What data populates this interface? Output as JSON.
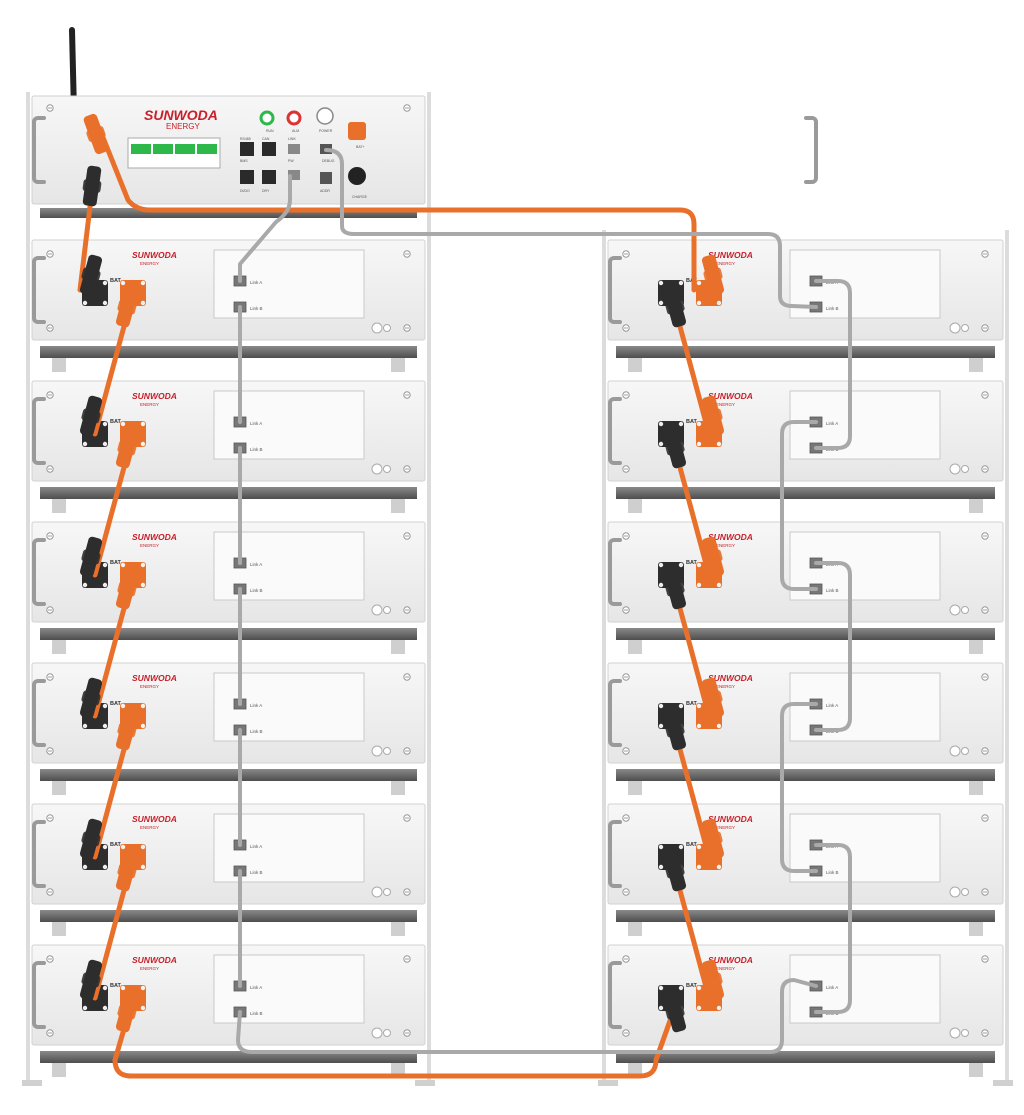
{
  "brand": {
    "name": "SUNWODA",
    "sub": "ENERGY"
  },
  "labels": {
    "bat_neg": "BAT-",
    "link_a": "Link A",
    "link_b": "Link B",
    "ctrl_ports": [
      "RS485",
      "CAN",
      "LINK",
      "RUN",
      "ALM",
      "POWER",
      "DI/DO",
      "DRY",
      "ADDR",
      "BMS",
      "BAT+",
      "DEBUG",
      "PW",
      "CHARGE"
    ]
  },
  "colors": {
    "power_cable": "#e8702a",
    "neg_cable": "#2d2d2d",
    "comm_cable": "#a9a9a9",
    "module_body": "#f1f1f1",
    "rack_rail": "#6e6e6e",
    "brand_red": "#c8202a",
    "breaker_green": "#2fb84a"
  },
  "stacks": [
    {
      "id": "left",
      "has_controller": true,
      "modules": 6
    },
    {
      "id": "right",
      "has_controller": false,
      "modules": 6
    }
  ],
  "icons": [
    "antenna-icon",
    "handle-icon",
    "screw-icon",
    "led-green-icon",
    "led-red-icon",
    "power-button-icon"
  ]
}
